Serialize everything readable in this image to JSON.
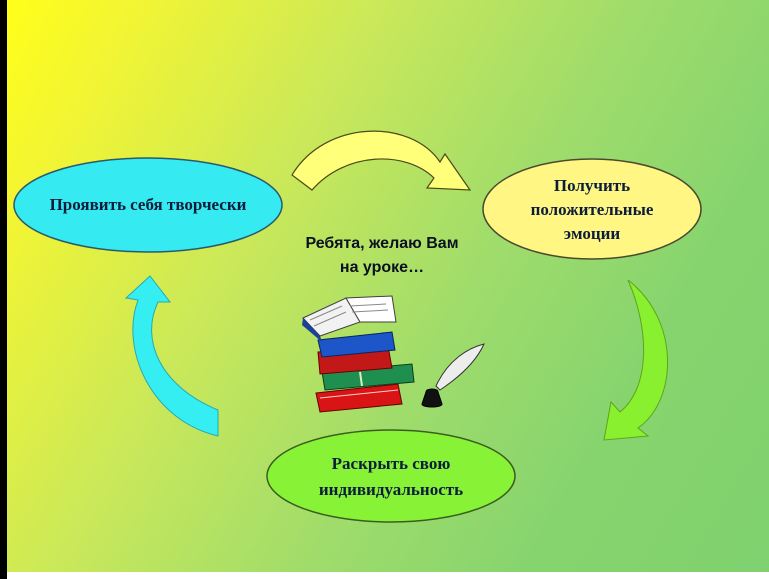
{
  "title": "Ребята, желаю Вам",
  "subtitle": "на уроке…",
  "nodes": {
    "creative": "Проявить себя творчески",
    "emotions_line1": "Получить",
    "emotions_line2": "положительные",
    "emotions_line3": "эмоции",
    "individuality_line1": "Раскрыть свою",
    "individuality_line2": "индивидуальность"
  },
  "colors": {
    "creative_fill": "#35eaf0",
    "emotions_fill": "#fff684",
    "individuality_fill": "#88f237",
    "arrow_top": "#ffff7a",
    "arrow_right": "#89f02f",
    "arrow_left": "#35eef2",
    "text": "#0b1d3b"
  },
  "icons": [
    "curved-arrow-icon",
    "books-icon",
    "quill-icon",
    "inkwell-icon"
  ]
}
